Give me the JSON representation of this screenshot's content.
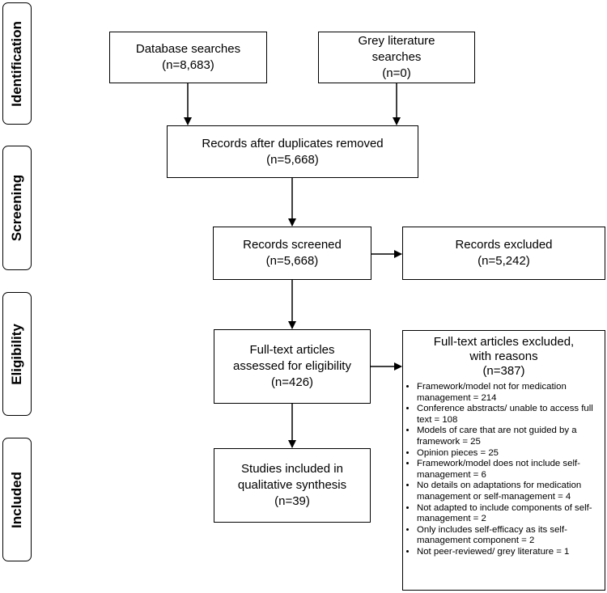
{
  "phases": [
    {
      "label": "Identification"
    },
    {
      "label": "Screening"
    },
    {
      "label": "Eligibility"
    },
    {
      "label": "Included"
    }
  ],
  "boxes": {
    "database": {
      "line1": "Database searches",
      "line2": "(n=8,683)"
    },
    "grey": {
      "line1": "Grey literature",
      "line2": "searches",
      "line3": "(n=0)"
    },
    "duplicates": {
      "line1": "Records after duplicates removed",
      "line2": "(n=5,668)"
    },
    "screened": {
      "line1": "Records screened",
      "line2": "(n=5,668)"
    },
    "excluded": {
      "line1": "Records excluded",
      "line2": "(n=5,242)"
    },
    "fulltext": {
      "line1": "Full-text articles",
      "line2": "assessed for eligibility",
      "line3": "(n=426)"
    },
    "included": {
      "line1": "Studies included in",
      "line2": "qualitative synthesis",
      "line3": "(n=39)"
    }
  },
  "fulltext_excluded": {
    "title1": "Full-text articles excluded,",
    "title2": "with reasons",
    "count": "(n=387)",
    "reasons": [
      "Framework/model not for medication management = 214",
      "Conference abstracts/ unable to access full text = 108",
      "Models of care that are not guided by a framework = 25",
      "Opinion pieces = 25",
      "Framework/model does not include self-management = 6",
      "No details on adaptations for medication management or self-management = 4",
      "Not adapted to include components of self-management = 2",
      "Only includes self-efficacy as its self-management component = 2",
      "Not peer-reviewed/ grey literature = 1"
    ]
  }
}
